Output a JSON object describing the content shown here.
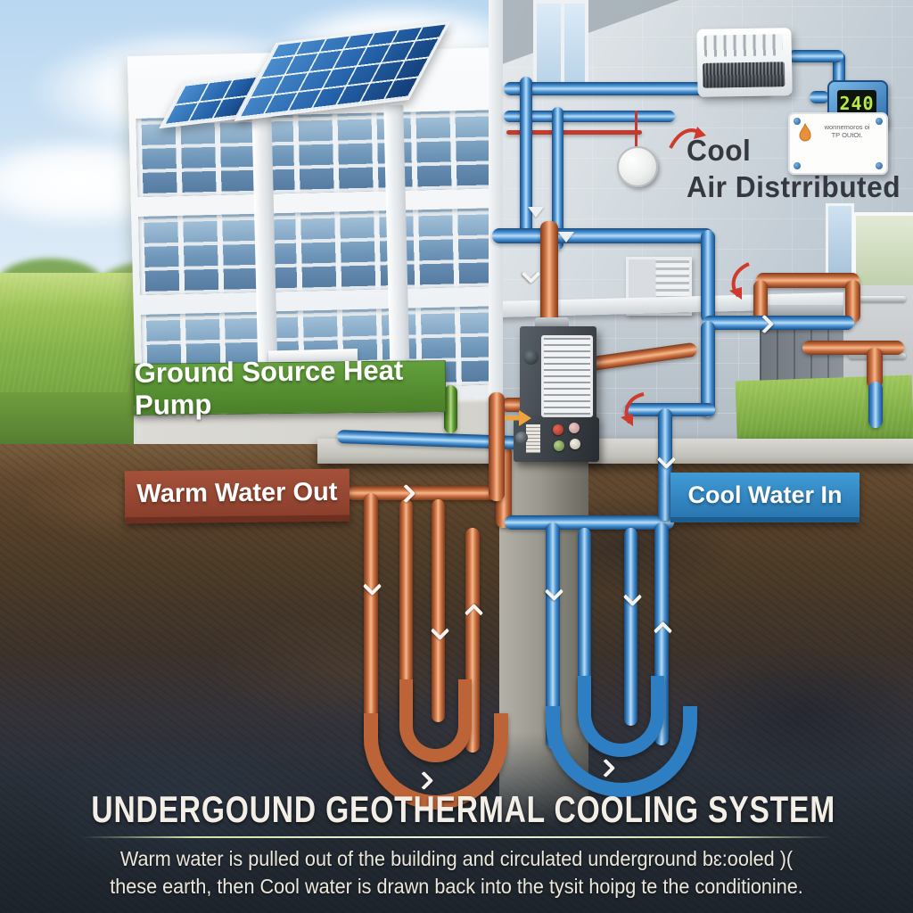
{
  "labels": {
    "ground_source_heat_pump": "Ground Source Heat Pump",
    "warm_water_out": "Warm Water Out",
    "cool_water_in": "Cool Water In",
    "cool_air_line1": "Cool",
    "cool_air_line2": "Air Distrributed"
  },
  "thermostat": {
    "display": "240"
  },
  "info_panel": {
    "line1": "wonnemoros oi",
    "line2": "TP OUtOt."
  },
  "caption": {
    "title": "UNDERGOUND GEOTHERMAL COOLING SYSTEM",
    "line1": "Warm water  is pulled out of the building and circulated underground bɛ:ooled )(",
    "line2": "these earth, then Cool water is drawn back into the tysit hoipg te the conditionine."
  },
  "colors": {
    "label_green": "#4a8029",
    "label_red": "#8a3f2c",
    "label_blue": "#2a77b1",
    "pipe_warm": "#c96f3f",
    "pipe_cool": "#2e7ec4",
    "soil_dark": "#2b313a",
    "sky": "#cfe3f4"
  }
}
